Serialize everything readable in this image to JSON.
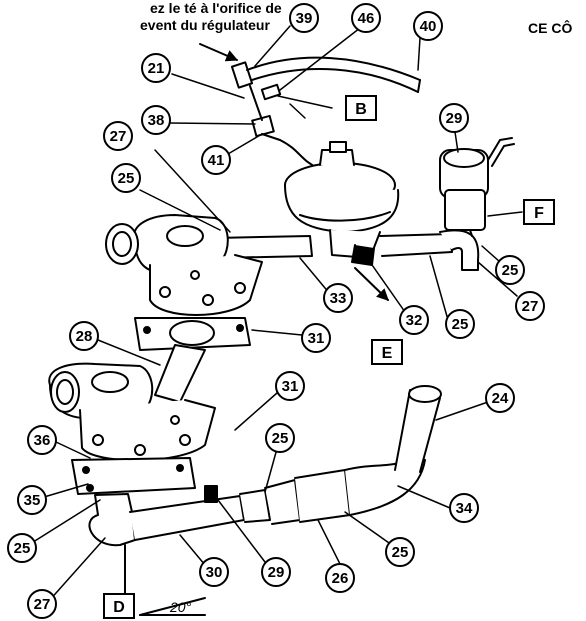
{
  "header": {
    "left_line1": "ez le té à l'orifice de",
    "left_line2": "event du régulateur",
    "right": "CE CÔ"
  },
  "callouts": {
    "c39": "39",
    "c46": "46",
    "c40": "40",
    "c21": "21",
    "c38": "38",
    "c41": "41",
    "c29a": "29",
    "c27a": "27",
    "c25a": "25",
    "c25b": "25",
    "c27b": "27",
    "c25c": "25",
    "c33": "33",
    "c32": "32",
    "c31a": "31",
    "c28": "28",
    "c31b": "31",
    "c24": "24",
    "c36": "36",
    "c25d": "25",
    "c34": "34",
    "c35": "35",
    "c25e": "25",
    "c26": "26",
    "c25f": "25",
    "c27c": "27",
    "c30": "30",
    "c29b": "29"
  },
  "boxes": {
    "B": "B",
    "F": "F",
    "E": "E",
    "D": "D"
  },
  "angle_label": "20°"
}
